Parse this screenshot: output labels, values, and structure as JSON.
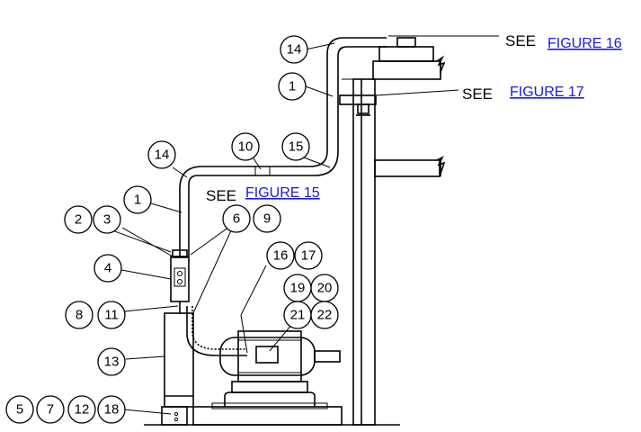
{
  "callouts": {
    "c14a": "14",
    "c1a": "1",
    "c10": "10",
    "c15": "15",
    "c14b": "14",
    "c1b": "1",
    "c2": "2",
    "c3": "3",
    "c6": "6",
    "c9": "9",
    "c4": "4",
    "c16": "16",
    "c17": "17",
    "c19": "19",
    "c20": "20",
    "c21": "21",
    "c22": "22",
    "c8": "8",
    "c11": "11",
    "c13": "13",
    "c5": "5",
    "c7": "7",
    "c12": "12",
    "c18": "18"
  },
  "references": {
    "see_label": "SEE",
    "fig16": "FIGURE 16",
    "fig17": "FIGURE 17",
    "fig15": "FIGURE 15"
  },
  "colors": {
    "line": "#000000",
    "link": "#1a1adb"
  }
}
